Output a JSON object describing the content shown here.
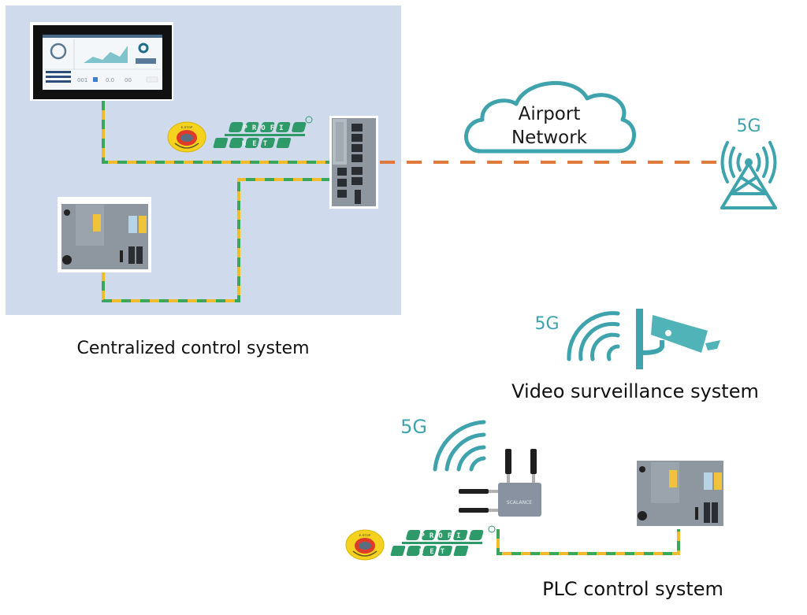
{
  "colors": {
    "panel_bg": "#cfdbed",
    "teal": "#3fa3ad",
    "cable_green": "#3aa65a",
    "cable_yellow": "#f0bc2c",
    "wan_orange": "#e07a3a",
    "device_gray": "#8f9aa3",
    "profinet_green": "#2e9a6a"
  },
  "centralized": {
    "label": "Centralized control system",
    "hmi": {
      "screen_readout": [
        "001",
        "0.0",
        "00",
        "00"
      ]
    },
    "emergency_stop": {
      "label": "E-STOP"
    },
    "profinet_logo": {
      "line1": "PROFI",
      "line2": "NET",
      "mark": "®"
    }
  },
  "network": {
    "cloud_line1": "Airport",
    "cloud_line2": "Network",
    "tower_label": "5G"
  },
  "video": {
    "signal_label": "5G",
    "label": "Video surveillance system"
  },
  "plc": {
    "signal_label": "5G",
    "router_text": "SCALANCE",
    "emergency_stop": {
      "label": "E-STOP"
    },
    "profinet_logo": {
      "line1": "PROFI",
      "line2": "NET",
      "mark": "®"
    },
    "label": "PLC control system"
  }
}
